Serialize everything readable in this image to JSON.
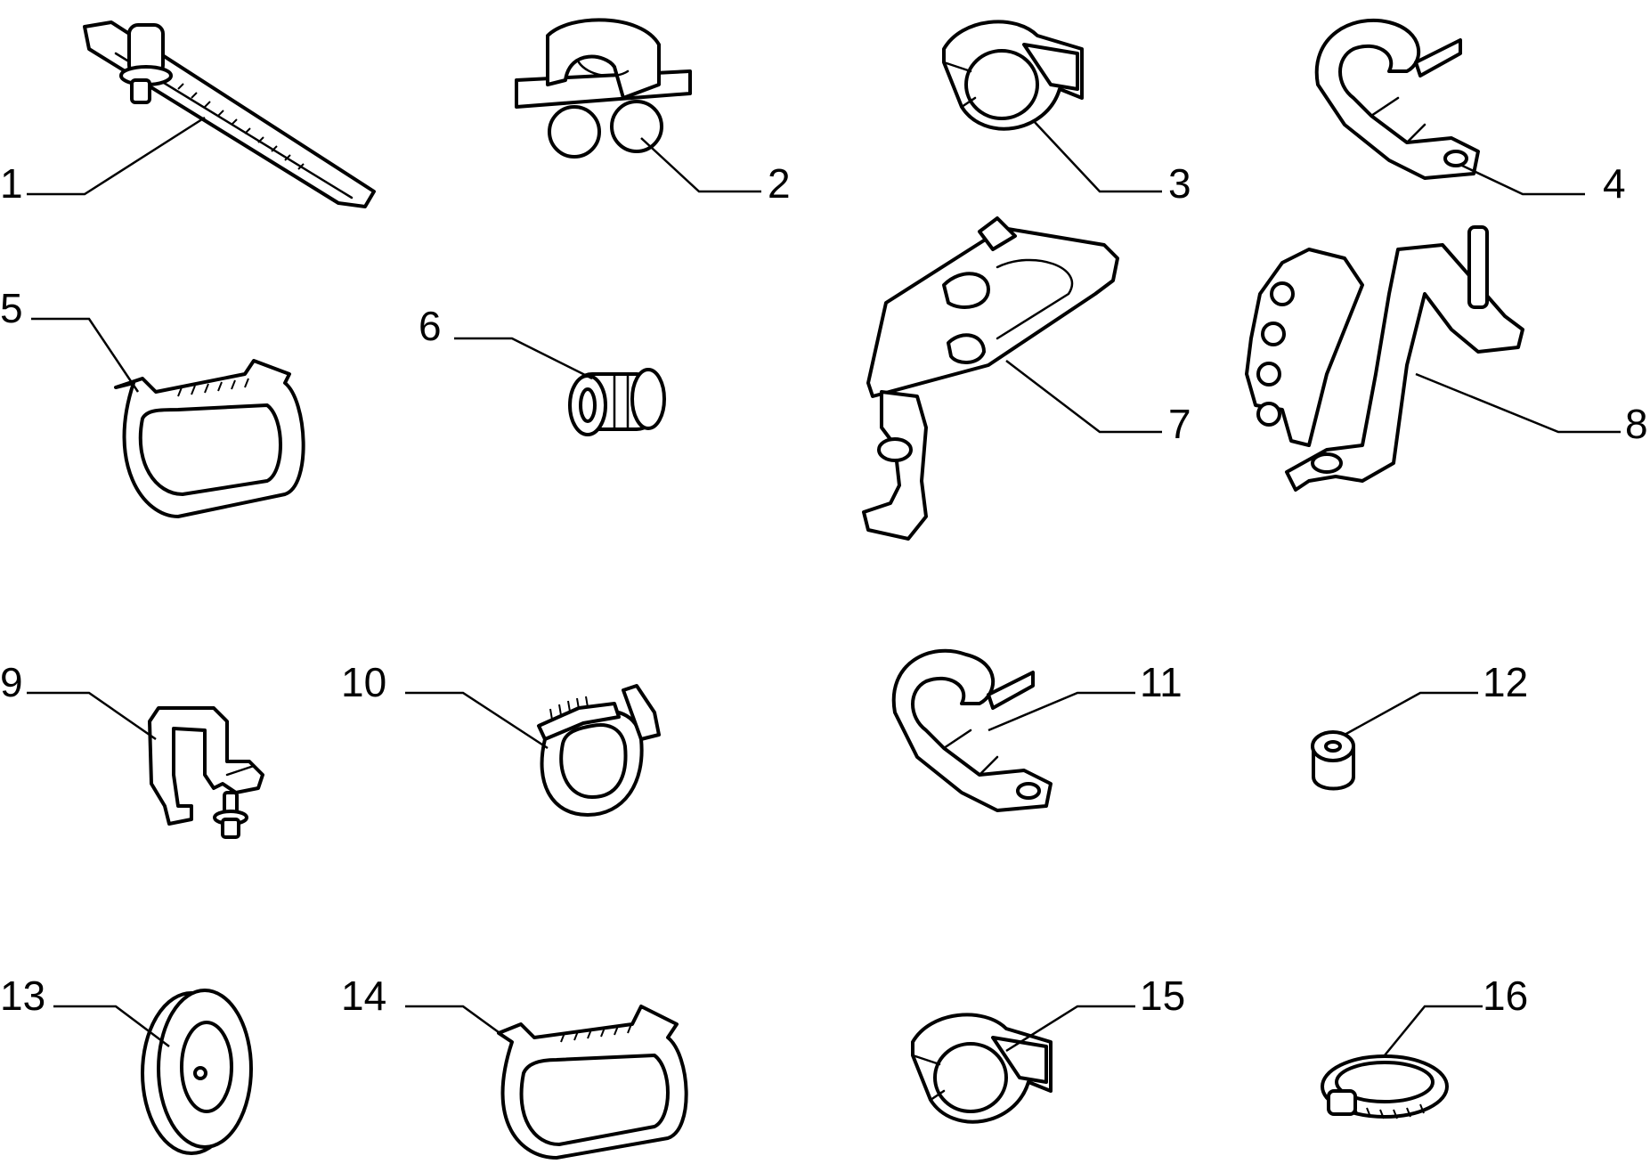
{
  "diagram": {
    "parts": [
      {
        "number": "1",
        "icon": "cable-tie-icon"
      },
      {
        "number": "2",
        "icon": "clip-icon"
      },
      {
        "number": "3",
        "icon": "hose-clip-icon"
      },
      {
        "number": "4",
        "icon": "pipe-bracket-icon"
      },
      {
        "number": "5",
        "icon": "cable-clamp-icon"
      },
      {
        "number": "6",
        "icon": "grommet-icon"
      },
      {
        "number": "7",
        "icon": "multi-clip-bracket-icon"
      },
      {
        "number": "8",
        "icon": "support-bracket-icon"
      },
      {
        "number": "9",
        "icon": "u-bracket-icon"
      },
      {
        "number": "10",
        "icon": "band-clamp-icon"
      },
      {
        "number": "11",
        "icon": "pipe-bracket-icon"
      },
      {
        "number": "12",
        "icon": "spacer-icon"
      },
      {
        "number": "13",
        "icon": "oval-grommet-icon"
      },
      {
        "number": "14",
        "icon": "cable-clamp-icon"
      },
      {
        "number": "15",
        "icon": "hose-clip-icon"
      },
      {
        "number": "16",
        "icon": "hose-clamp-icon"
      }
    ]
  }
}
